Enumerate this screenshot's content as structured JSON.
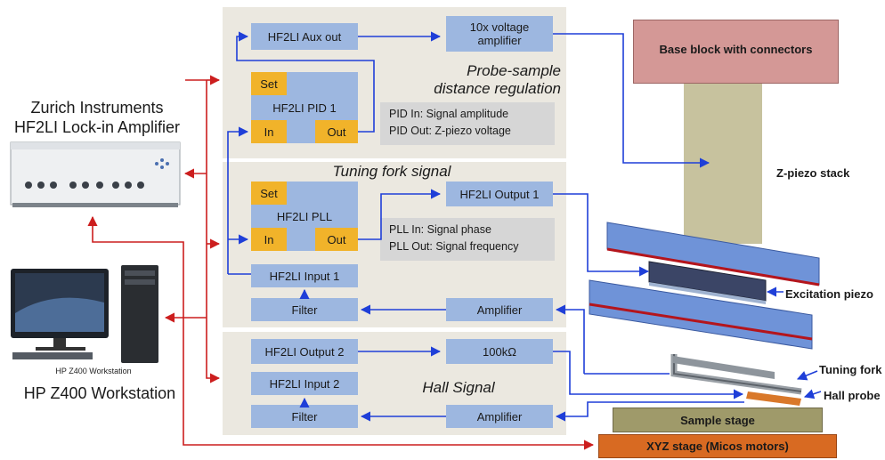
{
  "panels": {
    "distance_title": "Probe-sample\ndistance regulation",
    "fork_title": "Tuning fork signal",
    "hall_title": "Hall Signal"
  },
  "blocks": {
    "aux_out": "HF2LI Aux out",
    "voltage_amp": "10x voltage\namplifier",
    "pid_set": "Set",
    "pid_name": "HF2LI PID 1",
    "pid_in": "In",
    "pid_out": "Out",
    "pll_set": "Set",
    "pll_name": "HF2LI PLL",
    "pll_in": "In",
    "pll_out": "Out",
    "output1": "HF2LI Output 1",
    "input1": "HF2LI Input 1",
    "filter1": "Filter",
    "amplifier1": "Amplifier",
    "output2": "HF2LI Output 2",
    "resistor": "100kΩ",
    "input2": "HF2LI Input 2",
    "filter2": "Filter",
    "amplifier2": "Amplifier"
  },
  "notes": {
    "pid_in": "PID In: Signal amplitude",
    "pid_out": "PID Out: Z-piezo voltage",
    "pll_in": "PLL In: Signal phase",
    "pll_out": "PLL Out: Signal frequency"
  },
  "instruments": {
    "lockin_title": "Zurich Instruments\nHF2LI Lock-in Amplifier",
    "workstation_caption": "HP Z400 Workstation",
    "workstation_title": "HP Z400 Workstation"
  },
  "hardware": {
    "base_block": "Base block with connectors",
    "zpiezo": "Z-piezo stack",
    "excitation": "Excitation piezo",
    "tuning_fork": "Tuning fork",
    "hall_probe": "Hall probe",
    "sample_stage": "Sample stage",
    "xyz_stage": "XYZ stage (Micos motors)"
  },
  "colors": {
    "panel": "#ebe8e0",
    "block": "#9db7e0",
    "yellow": "#f1b32a",
    "note": "#d6d6d6",
    "blue_wire": "#1f3fd8",
    "red_wire": "#cc1e1e",
    "base_block": "#d49896",
    "zpiezo": "#c7c29e",
    "plate": "#6f93d8",
    "red_stripe": "#b4151c",
    "sample_stage": "#9f9a6a",
    "xyz_stage": "#d86a22",
    "hall_probe": "#d9782a"
  }
}
